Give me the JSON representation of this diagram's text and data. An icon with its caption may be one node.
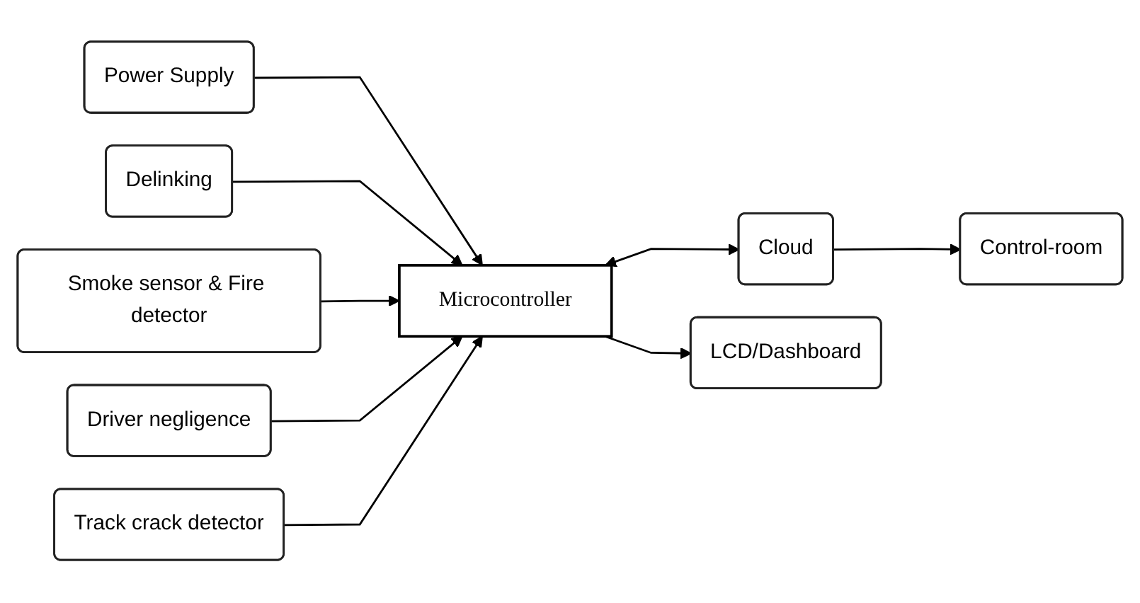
{
  "diagram": {
    "nodes": [
      {
        "text": [
          "Power Supply"
        ]
      },
      {
        "text": [
          "Delinking"
        ]
      },
      {
        "text": [
          "Smoke sensor & Fire detector"
        ]
      },
      {
        "text": [
          "Driver negligence"
        ]
      },
      {
        "text": [
          "Track crack detector"
        ]
      },
      {
        "text": [
          "Microcontroller"
        ]
      },
      {
        "text": [
          "Cloud"
        ]
      },
      {
        "text": [
          "Control-room"
        ]
      },
      {
        "text": [
          "LCD/Dashboard"
        ]
      }
    ],
    "edges": [
      {
        "from": 0,
        "to": 5,
        "arrow": "to"
      },
      {
        "from": 1,
        "to": 5,
        "arrow": "to"
      },
      {
        "from": 2,
        "to": 5,
        "arrow": "to"
      },
      {
        "from": 3,
        "to": 5,
        "arrow": "to"
      },
      {
        "from": 4,
        "to": 5,
        "arrow": "to"
      },
      {
        "from": 5,
        "to": 6,
        "arrow": "both"
      },
      {
        "from": 6,
        "to": 7,
        "arrow": "to"
      },
      {
        "from": 5,
        "to": 8,
        "arrow": "to"
      }
    ]
  }
}
